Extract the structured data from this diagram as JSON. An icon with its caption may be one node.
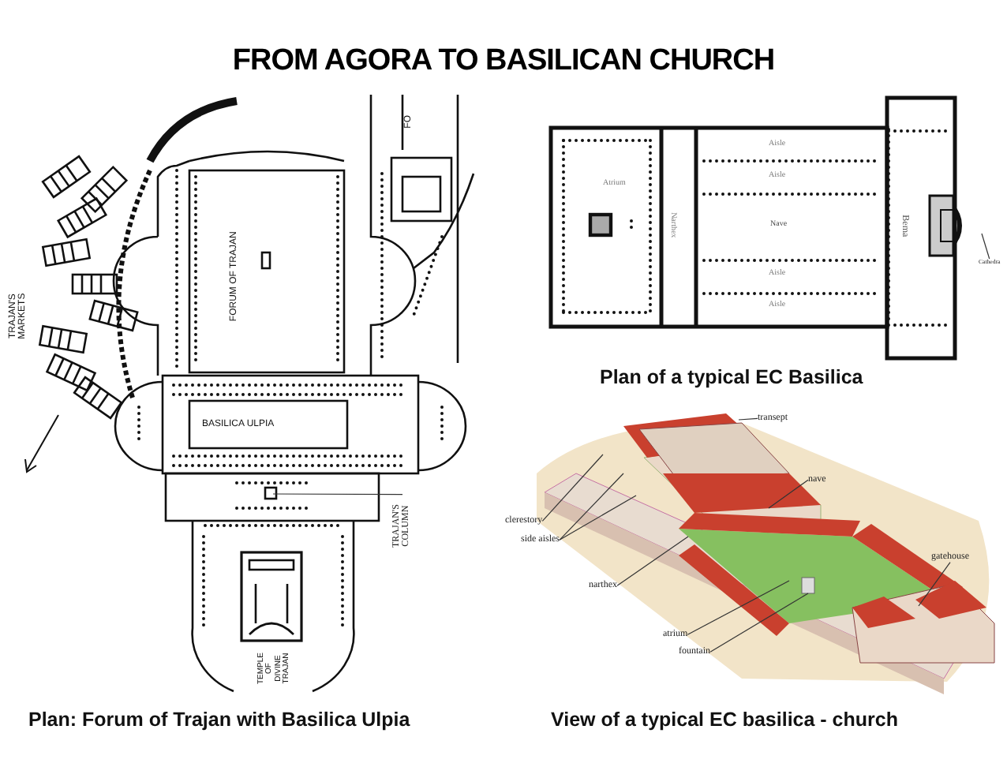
{
  "diagram": {
    "title": "FROM AGORA TO BASILICAN CHURCH",
    "nodes": [
      {
        "text": [
          "TRAJAN'S COLUMN"
        ]
      },
      {
        "text": [
          "Cathedra"
        ]
      },
      {
        "text": [
          "transept"
        ]
      },
      {
        "text": [
          "nave"
        ]
      },
      {
        "text": [
          "clerestory"
        ]
      },
      {
        "text": [
          "side aisles"
        ]
      },
      {
        "text": [
          "narthex"
        ]
      },
      {
        "text": [
          "gatehouse"
        ]
      },
      {
        "text": [
          "atrium"
        ]
      },
      {
        "text": [
          "fountain"
        ]
      }
    ],
    "edges": [
      {
        "from": 0,
        "to": null,
        "arrow": "none"
      },
      {
        "from": 1,
        "to": null,
        "arrow": "none"
      },
      {
        "from": 2,
        "to": null,
        "arrow": "none"
      },
      {
        "from": 3,
        "to": null,
        "arrow": "none"
      },
      {
        "from": 4,
        "to": null,
        "arrow": "none"
      },
      {
        "from": 5,
        "to": null,
        "arrow": "none"
      },
      {
        "from": 5,
        "to": null,
        "arrow": "none"
      },
      {
        "from": 6,
        "to": null,
        "arrow": "none"
      },
      {
        "from": 7,
        "to": null,
        "arrow": "none"
      },
      {
        "from": 8,
        "to": null,
        "arrow": "none"
      },
      {
        "from": 9,
        "to": null,
        "arrow": "none"
      }
    ],
    "labels": [
      "FO",
      "TRAJAN'S MARKETS",
      "FORUM OF TRAJAN",
      "BASILICA ULPIA",
      "TEMPLE OF DIVINE TRAJAN",
      "Atrium",
      "Narthex",
      "Aisle",
      "Aisle",
      "Nave",
      "Aisle",
      "Aisle",
      "Bema",
      "Plan of a typical EC Basilica",
      "Plan: Forum of Trajan with Basilica Ulpia",
      "View of a typical EC basilica - church"
    ]
  }
}
